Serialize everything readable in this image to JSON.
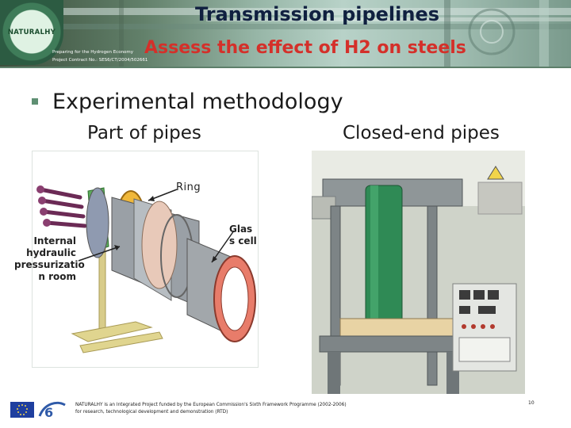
{
  "header": {
    "logo_text": "NATURALHY",
    "title": "Transmission pipelines",
    "subtitle": "Assess the effect of H2 on steels",
    "preparing_text": "Preparing for the Hydrogen Economy",
    "contract_text": "Project Contract No.: SES6/CT/2004/502661"
  },
  "body": {
    "heading": "Experimental methodology",
    "left_column_label": "Part of pipes",
    "right_column_label": "Closed-end pipes"
  },
  "diagram": {
    "ring_label": "Ring",
    "glass_cell_line1": "Glas",
    "glass_cell_line2": "s cell",
    "internal_line1": "Internal",
    "internal_line2": "hydraulic",
    "internal_line3": "pressurizatio",
    "internal_line4": "n room"
  },
  "footer": {
    "line1": "NATURALHY is an Integrated Project funded by the European Commission's Sixth Framework Programme (2002-2006)",
    "line2": "for research, technological development and demonstration (RTD)",
    "page_number": "10"
  }
}
